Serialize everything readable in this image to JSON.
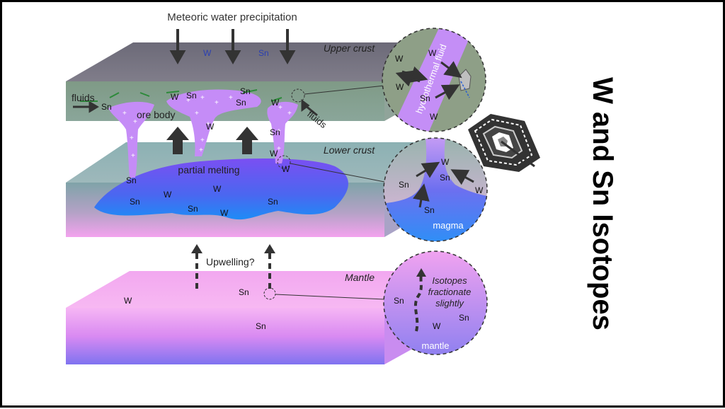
{
  "title": "Meteoric water precipitation",
  "side_title": "W and Sn Isotopes",
  "layers": {
    "upper_crust": "Upper crust",
    "lower_crust": "Lower crust",
    "mantle": "Mantle"
  },
  "labels": {
    "fluids_left": "fluids",
    "ore_body": "ore body",
    "fluids_right": "fluids",
    "partial_melting": "partial melting",
    "upwelling": "Upwelling?"
  },
  "elements": {
    "w": "W",
    "sn": "Sn"
  },
  "insets": {
    "hydro": {
      "band_label": "hydrothermal fluid"
    },
    "magma": {
      "label": "magma"
    },
    "mantle": {
      "line1": "Isotopes",
      "line2": "fractionate",
      "line3": "slightly",
      "label": "mantle"
    }
  },
  "colors": {
    "upper_crust_top": "#6f6f7a",
    "lower_crust": "#7fa3a8",
    "melt": "#6f4ff0",
    "fluid": "#c58cf7",
    "mantle": "#f4a6f4",
    "arrow": "#333333"
  }
}
